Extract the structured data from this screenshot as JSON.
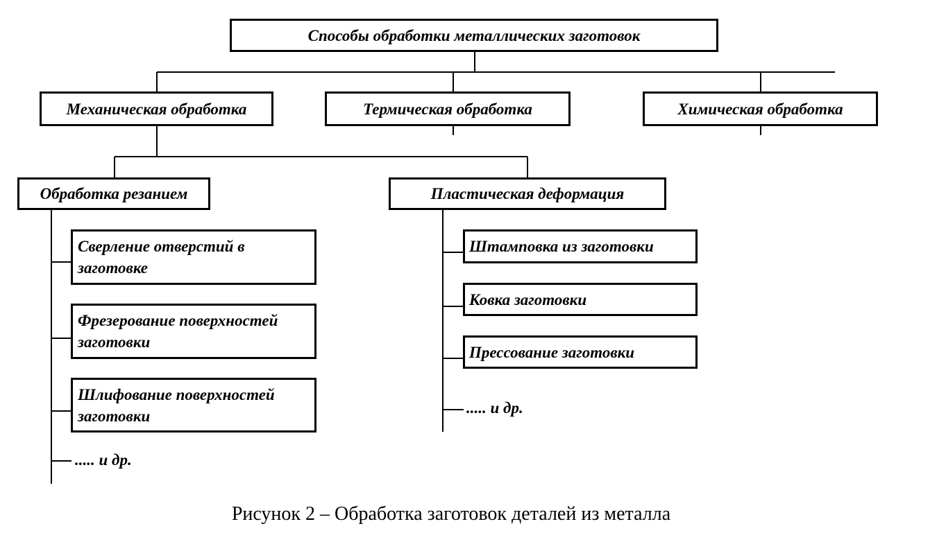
{
  "diagram": {
    "root": "Способы обработки металлических заготовок",
    "level1": {
      "mechanical": "Механическая обработка",
      "thermal": "Термическая обработка",
      "chemical": "Химическая обработка"
    },
    "level2": {
      "cutting": "Обработка резанием",
      "plastic": "Пластическая деформация"
    },
    "cutting_items": [
      "Сверление отверстий в заготовке",
      "Фрезерование поверхностей заготовки",
      "Шлифование поверхностей заготовки"
    ],
    "plastic_items": [
      "Штамповка из заготовки",
      "Ковка заготовки",
      "Прессование заготовки"
    ],
    "cutting_etc": "..... и др.",
    "plastic_etc": "..... и др."
  },
  "caption": "Рисунок 2 – Обработка заготовок деталей из металла"
}
